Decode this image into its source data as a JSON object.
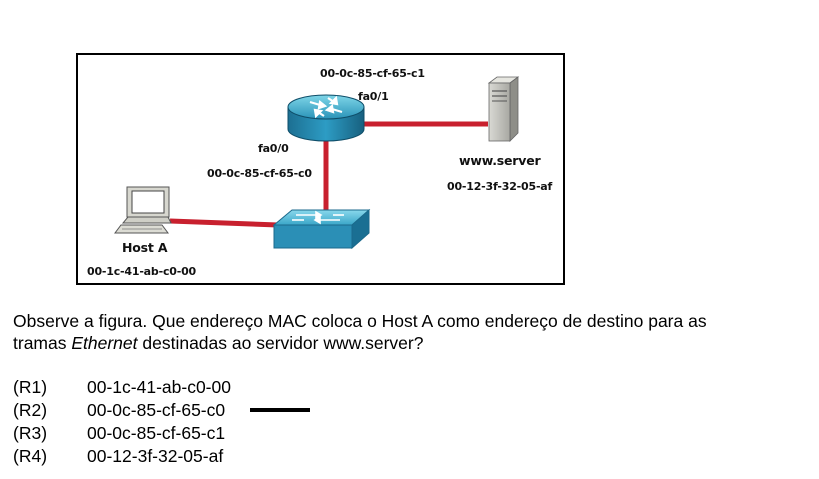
{
  "diagram": {
    "router_fa01_mac": "00-0c-85-cf-65-c1",
    "router_fa01_label": "fa0/1",
    "router_fa00_label": "fa0/0",
    "router_fa00_mac": "00-0c-85-cf-65-c0",
    "server_name": "www.server",
    "server_mac": "00-12-3f-32-05-af",
    "host_name": "Host A",
    "host_mac": "00-1c-41-ab-c0-00",
    "link_color": "#c8202e"
  },
  "question": {
    "line1": "Observe a figura. Que endereço MAC coloca o Host A como endereço de destino para as",
    "line2_pre": "tramas ",
    "line2_em": "Ethernet",
    "line2_post": " destinadas ao servidor www.server?"
  },
  "answers": [
    {
      "key": "(R1)",
      "value": "00-1c-41-ab-c0-00",
      "marked": false
    },
    {
      "key": "(R2)",
      "value": "00-0c-85-cf-65-c0",
      "marked": true
    },
    {
      "key": "(R3)",
      "value": "00-0c-85-cf-65-c1",
      "marked": false
    },
    {
      "key": "(R4)",
      "value": "00-12-3f-32-05-af",
      "marked": false
    }
  ]
}
